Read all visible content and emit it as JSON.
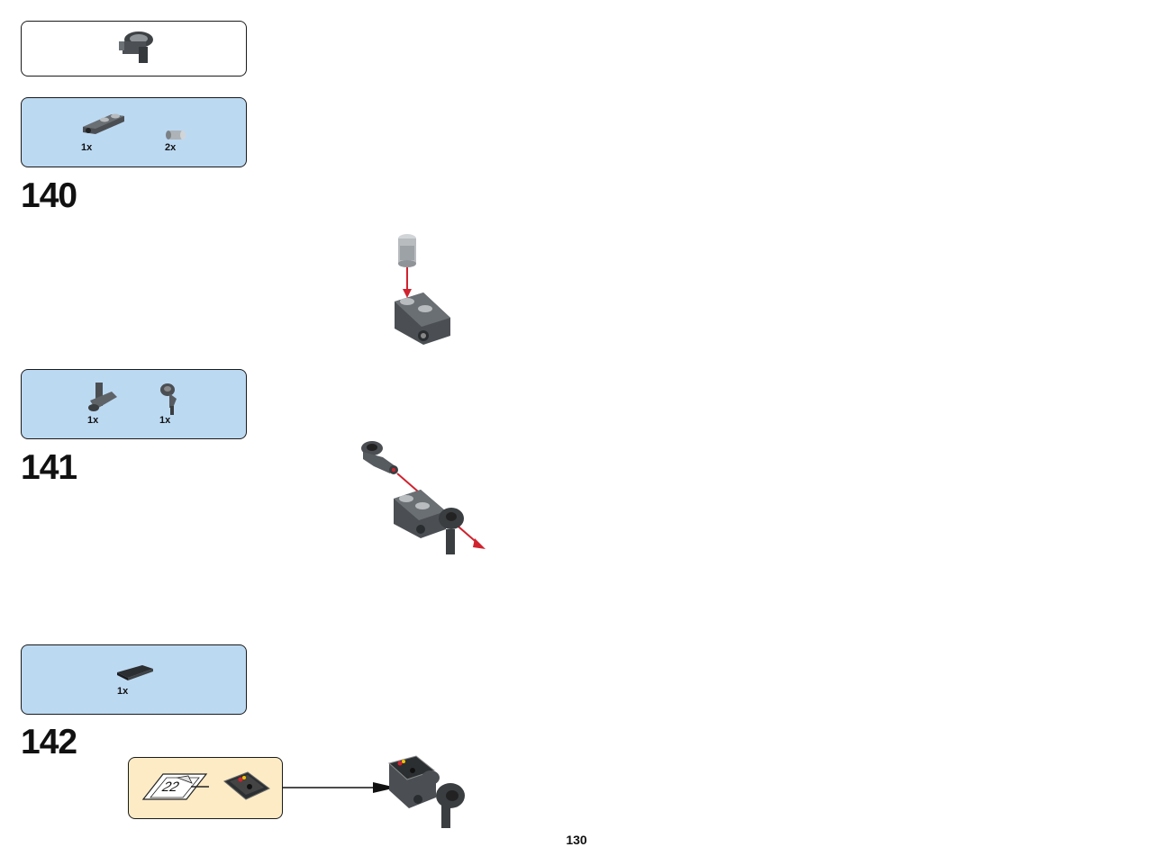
{
  "page_number": "130",
  "steps": [
    {
      "number": "140",
      "parts": [
        {
          "qty": "1x",
          "icon": "technic-axle-pin-connector-icon"
        },
        {
          "qty": "2x",
          "icon": "technic-pin-icon"
        }
      ]
    },
    {
      "number": "141",
      "parts": [
        {
          "qty": "1x",
          "icon": "technic-pin-connector-icon"
        },
        {
          "qty": "1x",
          "icon": "technic-ball-joint-icon"
        }
      ]
    },
    {
      "number": "142",
      "parts": [
        {
          "qty": "1x",
          "icon": "black-tile-icon"
        }
      ],
      "sticker_sheet_label": "22"
    }
  ],
  "colors": {
    "parts_panel": "#bcd9f2",
    "sticker_panel": "#fcebc5",
    "arrow": "#d0232f",
    "brick_dark": "#555a5e",
    "brick_light": "#b8bcbf"
  }
}
